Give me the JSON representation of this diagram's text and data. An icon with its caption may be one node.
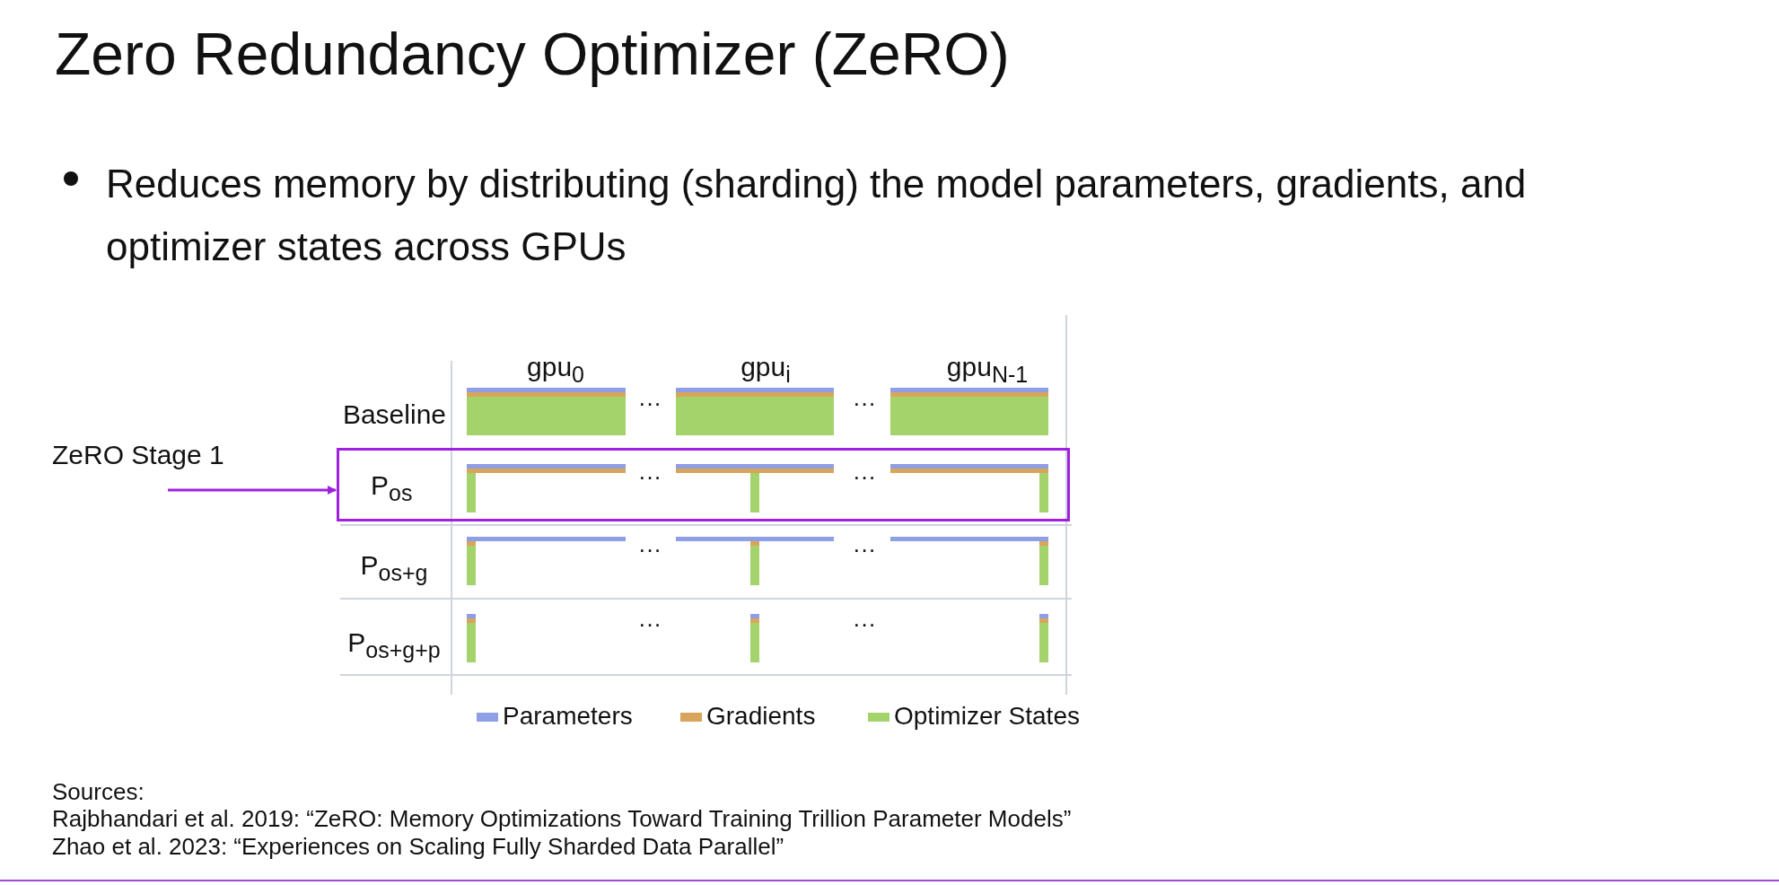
{
  "diagram": {
    "title": "Zero Redundancy Optimizer (ZeRO)",
    "nodes": [
      {
        "text": [
          "ZeRO Stage 1"
        ]
      },
      {
        "text": [
          "P$_{os}$"
        ]
      }
    ],
    "edges": [
      {
        "from": 0,
        "to": 1,
        "arrow": "to"
      }
    ],
    "labels": [
      "Reduces memory by distributing (sharding) the model parameters, gradients, and optimizer states across GPUs",
      "gpu$_{0}$",
      "gpu$_{i}$",
      "gpu$_{N-1}$",
      "Baseline",
      "···",
      "···",
      "···",
      "···",
      "P$_{os+g}$",
      "···",
      "···",
      "P$_{os+g+p}$",
      "···",
      "···",
      "Sources:",
      "Rajbhandari et al. 2019: “ZeRO: Memory Optimizations Toward Training Trillion Parameter Models”",
      "Zhao et al. 2023: “Experiences on Scaling Fully Sharded Data Parallel”"
    ],
    "legend": [
      {
        "text": "Parameters",
        "color": "#8f9fe6"
      },
      {
        "text": "Gradients",
        "color": "#d9a55a"
      },
      {
        "text": "Optimizer States",
        "color": "#a4d36b"
      }
    ]
  }
}
